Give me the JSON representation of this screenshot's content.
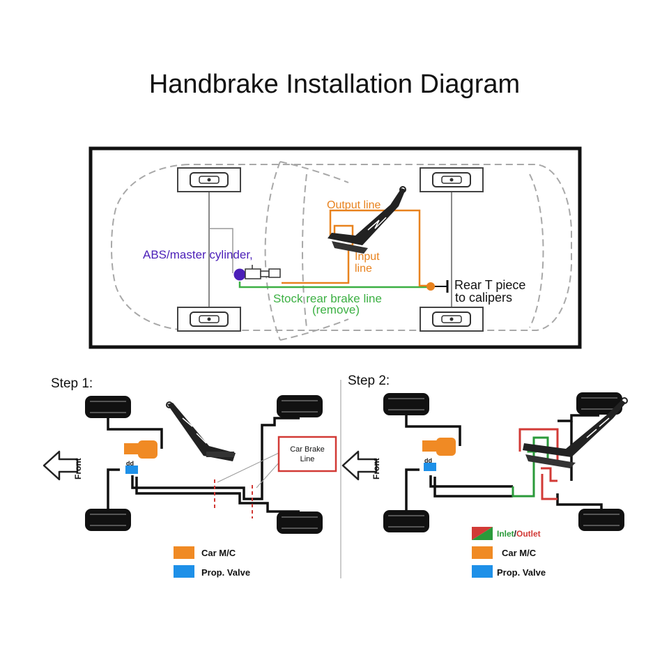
{
  "title": "Handbrake Installation Diagram",
  "top_panel": {
    "abs_label": "ABS/master cylinder,",
    "output_line_label": "Output line",
    "input_line_label_1": "Input",
    "input_line_label_2": "line",
    "rear_t_label_1": "Rear T piece",
    "rear_t_label_2": "to calipers",
    "stock_line_label_1": "Stock rear brake line",
    "stock_line_label_2": "(remove)"
  },
  "step1": {
    "heading": "Step 1:",
    "front_label": "Front",
    "callout_1": "Car Brake",
    "callout_2": "Line",
    "legend": [
      {
        "label": "Car M/C",
        "color": "#f08a24"
      },
      {
        "label": "Prop. Valve",
        "color": "#1e90e8"
      }
    ]
  },
  "step2": {
    "heading": "Step 2:",
    "front_label": "Front",
    "legend_inlet": "Inlet",
    "legend_slash": "/",
    "legend_outlet": "Outlet",
    "legend": [
      {
        "label": "Car M/C",
        "color": "#f08a24"
      },
      {
        "label": "Prop. Valve",
        "color": "#1e90e8"
      }
    ]
  },
  "colors": {
    "abs": "#4b1fb8",
    "output_line": "#e8821e",
    "stock_line": "#3cb043",
    "callout": "#d23a36",
    "inlet": "#2a9a3a",
    "outlet": "#d23a36",
    "text": "#111111"
  }
}
